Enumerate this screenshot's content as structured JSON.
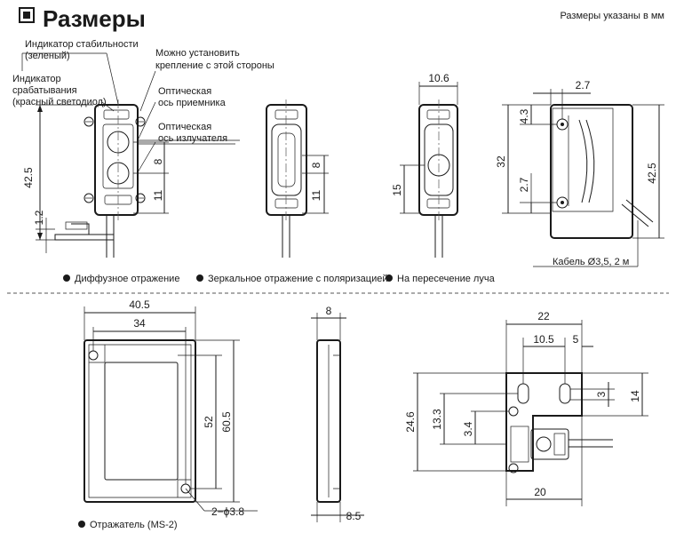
{
  "header": {
    "title": "Размеры",
    "units_note": "Размеры указаны в мм"
  },
  "callouts": {
    "stability_indicator_line1": "Индикатор стабильности",
    "stability_indicator_line2": "(зеленый)",
    "operation_indicator_line1": "Индикатор",
    "operation_indicator_line2": "срабатывания",
    "operation_indicator_line3": "(красный светодиод)",
    "mount_side_line1": "Можно установить",
    "mount_side_line2": "крепление с этой стороны",
    "receiver_axis_line1": "Оптическая",
    "receiver_axis_line2": "ось приемника",
    "emitter_axis_line1": "Оптическая",
    "emitter_axis_line2": "ось излучателя",
    "cable": "Кабель Ø3,5, 2 м"
  },
  "dims_top": {
    "d42_5_left": "42.5",
    "d1_2": "1.2",
    "d8_a": "8",
    "d11_a": "11",
    "d8_b": "8",
    "d11_b": "11",
    "d10_6": "10.6",
    "d15": "15",
    "d2_7_top": "2.7",
    "d4_3": "4.3",
    "d32": "32",
    "d2_7_side": "2.7",
    "d42_5_right": "42.5"
  },
  "legend_top": [
    {
      "label": "Диффузное отражение"
    },
    {
      "label": "Зеркальное отражение с поляризацией"
    },
    {
      "label": "На пересечение луча"
    }
  ],
  "dims_bottom": {
    "d40_5": "40.5",
    "d34": "34",
    "d52": "52",
    "d60_5": "60.5",
    "holes": "2−ϕ3.8",
    "d8": "8",
    "d8_5": "8.5",
    "d22": "22",
    "d10_5": "10.5",
    "d5": "5",
    "d3": "3",
    "d14": "14",
    "d24_6": "24.6",
    "d13_3": "13.3",
    "d3_4": "3.4",
    "d20": "20"
  },
  "legend_bottom": {
    "label": "Отражатель (MS-2)"
  }
}
